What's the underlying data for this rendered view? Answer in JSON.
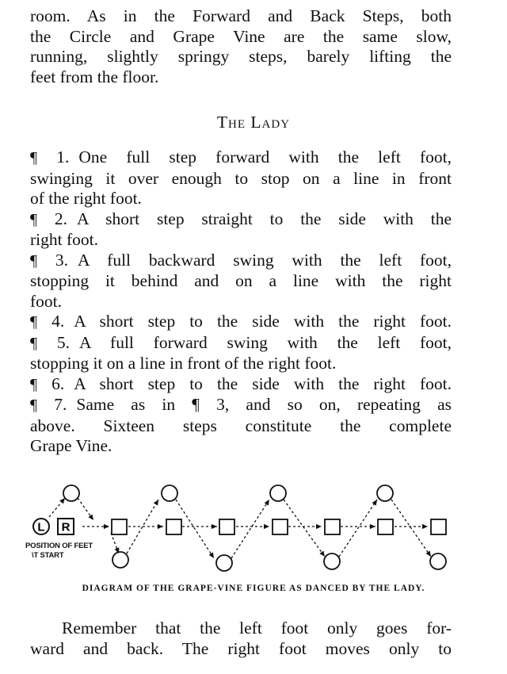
{
  "intro": {
    "lines": [
      "room.  As in the Forward and Back Steps, both",
      "the Circle and Grape Vine are the same slow,",
      "running, slightly springy steps, barely lifting the",
      "feet from the floor."
    ]
  },
  "heading": "The Lady",
  "steps": [
    {
      "mark": "¶",
      "num": "1.",
      "lines": [
        "One full step forward with the left foot,",
        "swinging it over enough to stop on a line in front",
        "of the right foot."
      ]
    },
    {
      "mark": "¶",
      "num": "2.",
      "lines": [
        "A short step straight to the side with the",
        "right foot."
      ]
    },
    {
      "mark": "¶",
      "num": "3.",
      "lines": [
        "A full backward swing with the left foot,",
        "stopping it behind and on a line with the right",
        "foot."
      ]
    },
    {
      "mark": "¶",
      "num": "4.",
      "lines": [
        "A short step to the side with the right foot."
      ]
    },
    {
      "mark": "¶",
      "num": "5.",
      "lines": [
        "A full forward swing with the left foot,",
        "stopping it on a line in front of the right foot."
      ]
    },
    {
      "mark": "¶",
      "num": "6.",
      "lines": [
        "A short step to the side with the right foot."
      ]
    },
    {
      "mark": "¶",
      "num": "7.",
      "lines": [
        "Same as in ¶ 3, and so on, repeating as",
        "above.  Sixteen steps constitute the complete",
        "Grape Vine."
      ]
    }
  ],
  "diagram": {
    "left_marker": "L",
    "right_marker": "R",
    "label_line1": "POSITION OF FEET",
    "label_line2": "\\T START",
    "caption": "DIAGRAM OF THE GRAPE-VINE FIGURE AS DANCED BY THE LADY."
  },
  "closing": {
    "lines": [
      "Remember that the left foot only goes for-",
      "ward and back.  The right foot moves only to"
    ]
  }
}
